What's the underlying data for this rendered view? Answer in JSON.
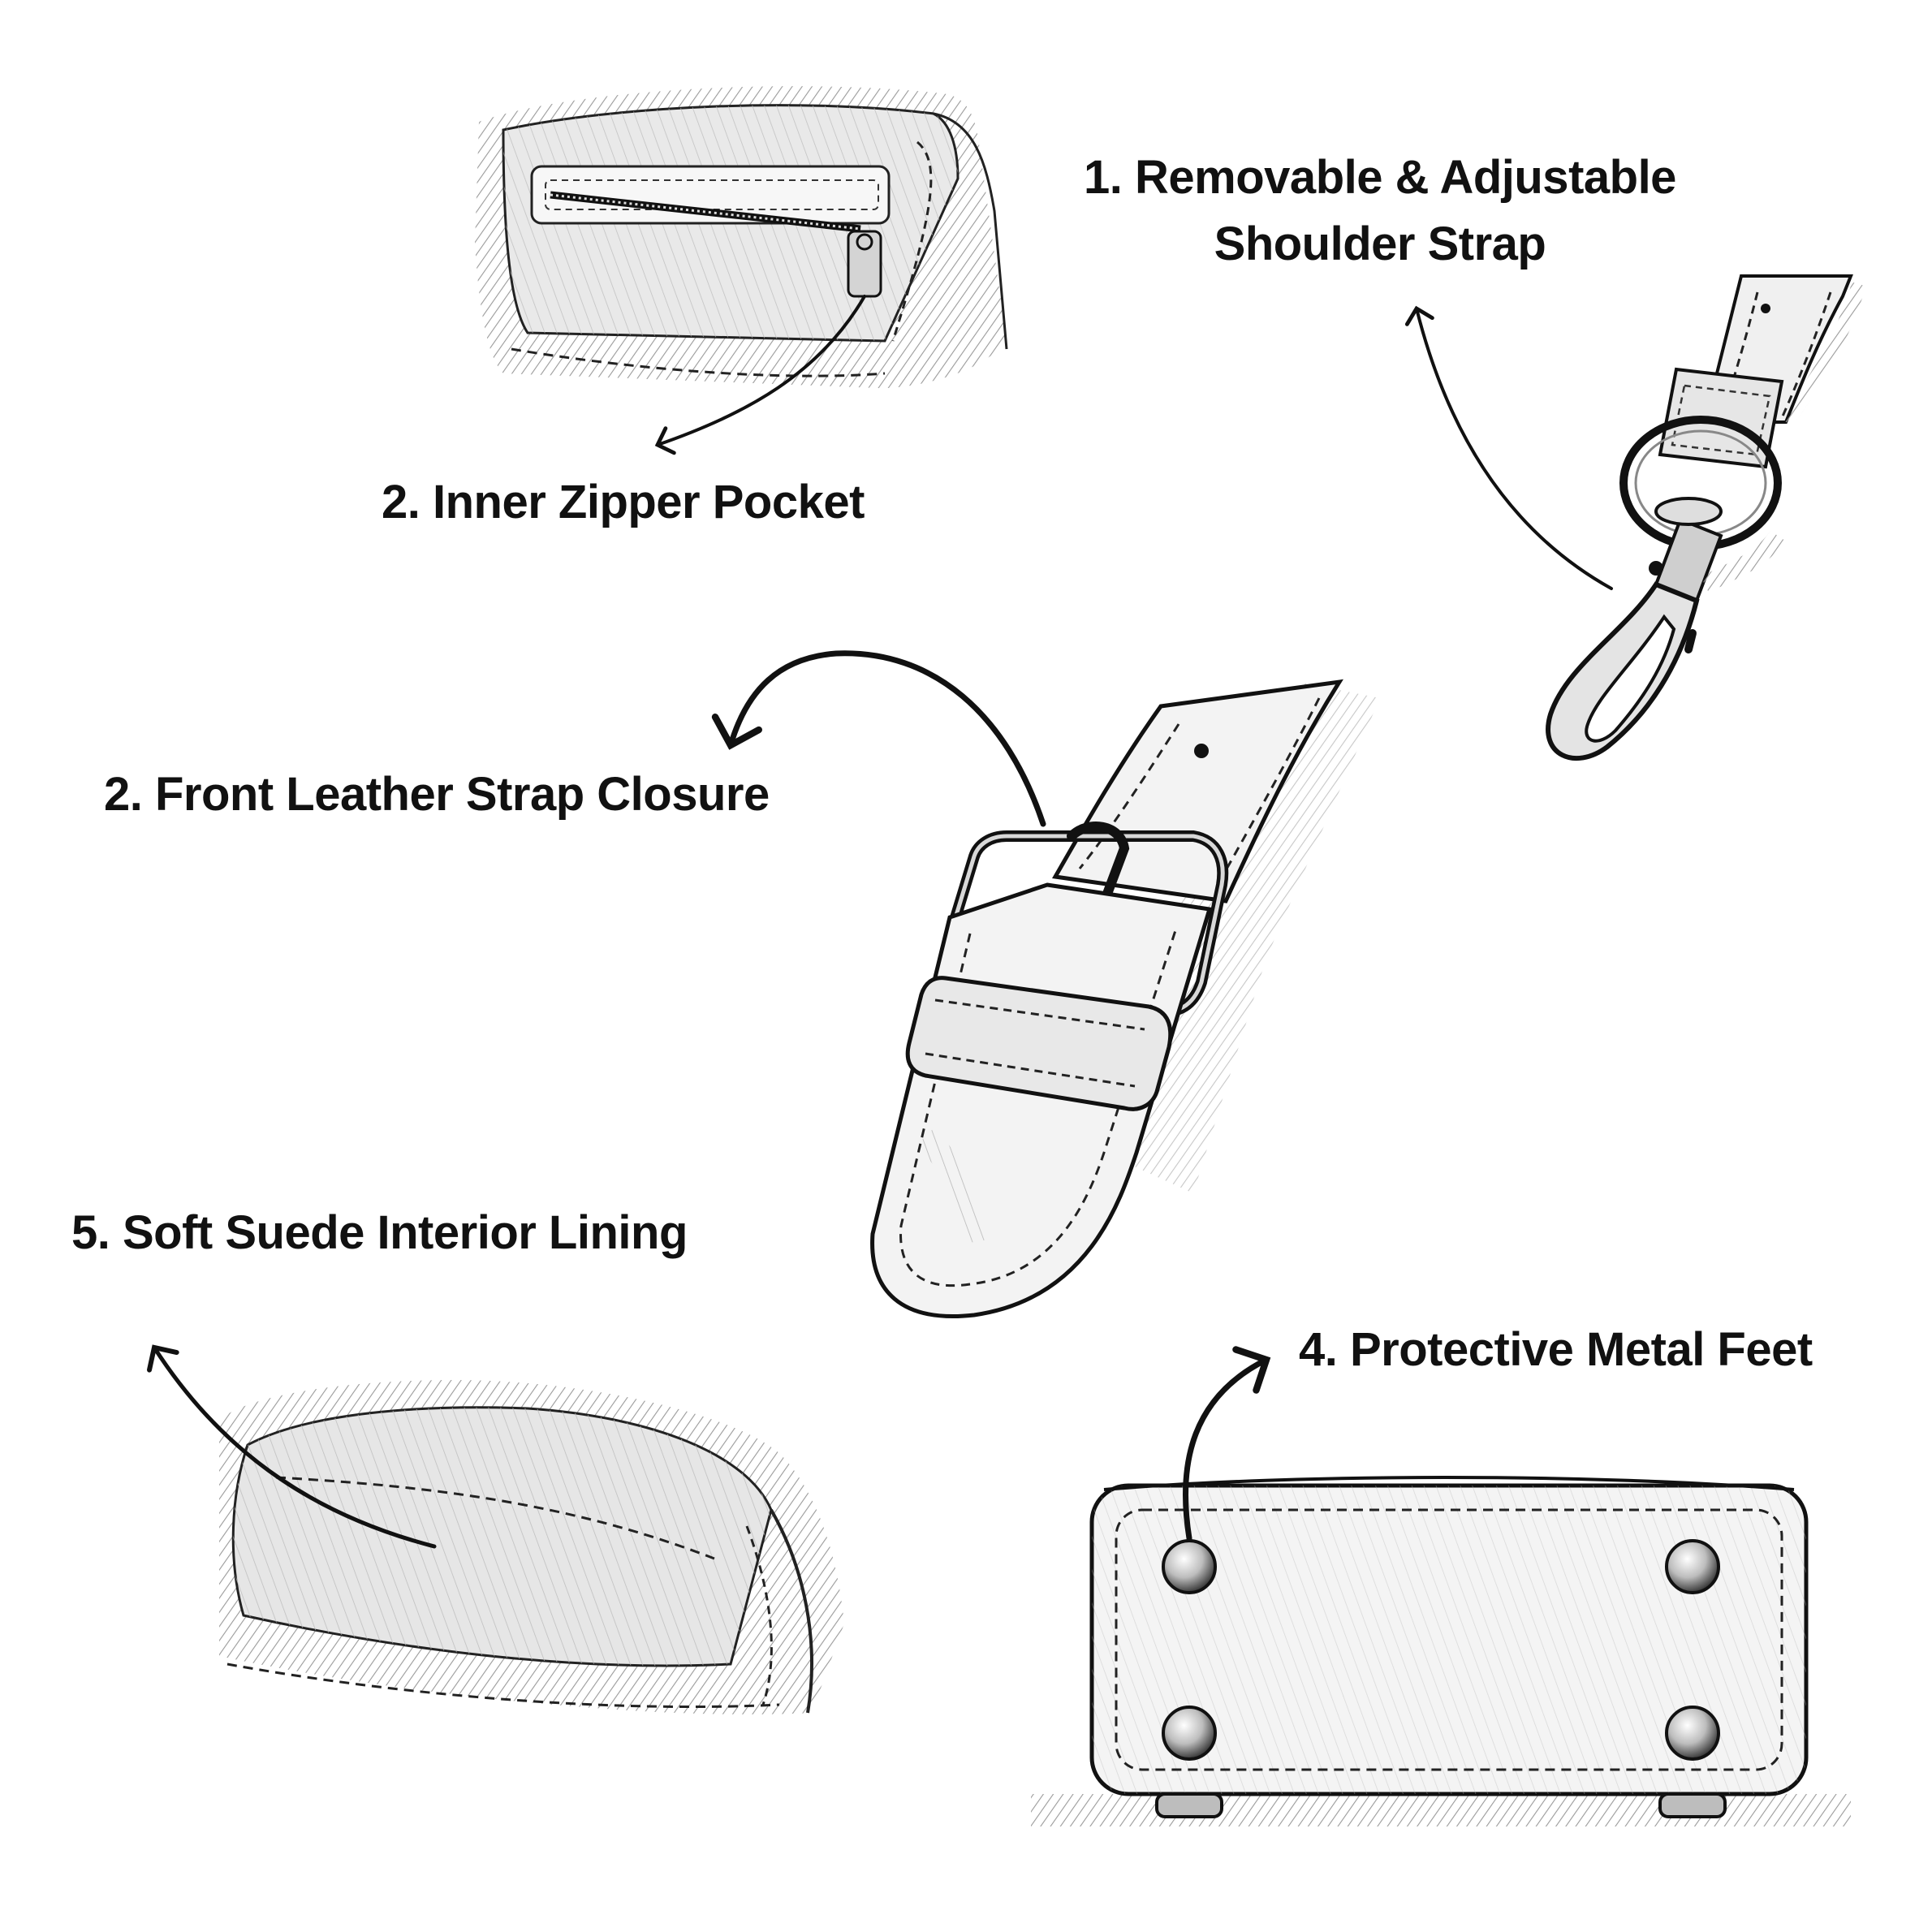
{
  "labels": {
    "strap_line1": "1. Removable & Adjustable",
    "strap_line2": "Shoulder Strap",
    "zipper": "2. Inner Zipper Pocket",
    "closure": "2. Front Leather Strap Closure",
    "lining": "5. Soft Suede Interior Lining",
    "feet": "4. Protective Metal Feet"
  },
  "colors": {
    "ink": "#111111",
    "hatch": "#9a9a9a",
    "shade": "#cfcfcf",
    "paper": "#ffffff"
  },
  "icons": [
    "zipper-pocket-sketch",
    "swivel-clasp-sketch",
    "buckle-strap-sketch",
    "suede-lining-sketch",
    "bag-base-feet-sketch"
  ]
}
